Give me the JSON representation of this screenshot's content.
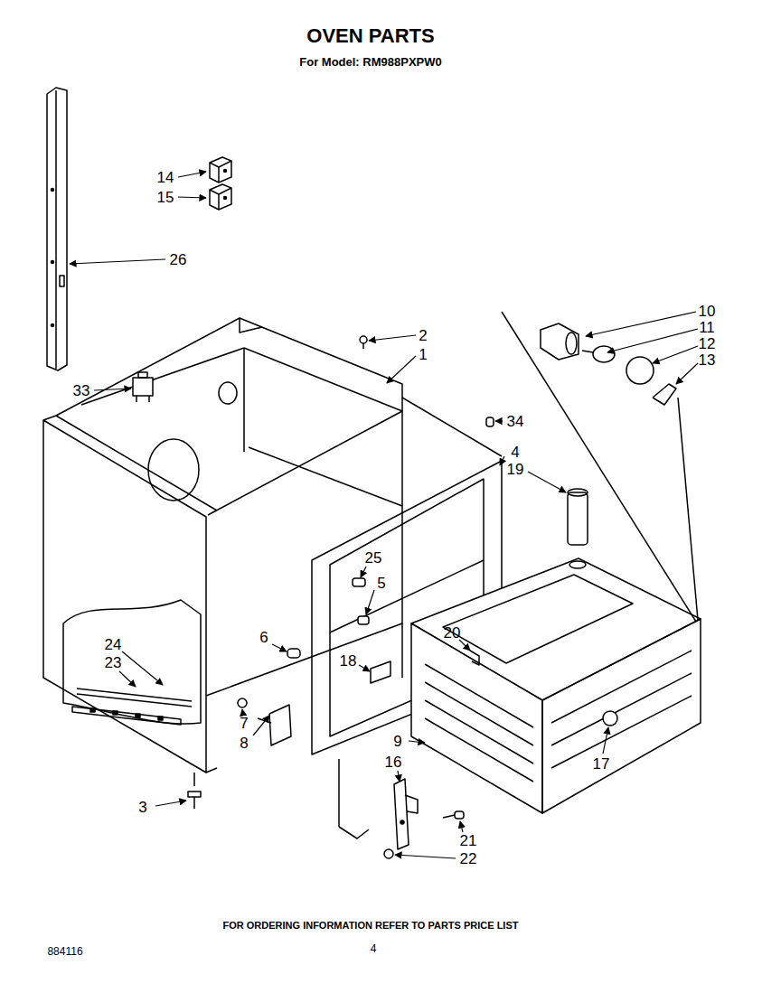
{
  "diagram": {
    "title": "OVEN PARTS",
    "labels": [
      "For Model: RM988PXPW0",
      "14",
      "15",
      "26",
      "2",
      "1",
      "10",
      "11",
      "12",
      "13",
      "33",
      "34",
      "4",
      "19",
      "25",
      "5",
      "24",
      "23",
      "6",
      "18",
      "20",
      "7",
      "8",
      "9",
      "16",
      "17",
      "3",
      "21",
      "22",
      "FOR ORDERING INFORMATION REFER TO PARTS PRICE LIST",
      "884116",
      "4"
    ]
  }
}
